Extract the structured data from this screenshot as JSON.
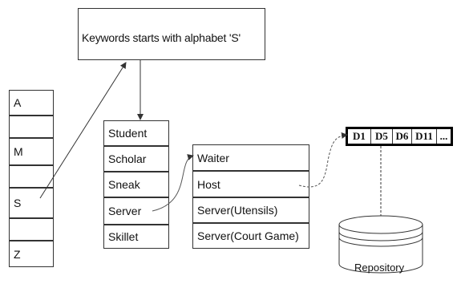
{
  "keyword_box": {
    "text": "Keywords starts with alphabet 'S'"
  },
  "index_list": [
    "A",
    "",
    "M",
    "",
    "S",
    "",
    "Z"
  ],
  "word_list": [
    "Student",
    "Scholar",
    "Sneak",
    "Server",
    "Skillet"
  ],
  "meaning_list": [
    "Waiter",
    "Host",
    "Server(Utensils)",
    "Server(Court Game)"
  ],
  "doc_list": [
    "D1",
    "D5",
    "D6",
    "D11",
    "..."
  ],
  "repository": {
    "label": "Repository"
  },
  "colors": {
    "line": "#333333",
    "background": "#ffffff",
    "doc_bar": "#000000"
  }
}
